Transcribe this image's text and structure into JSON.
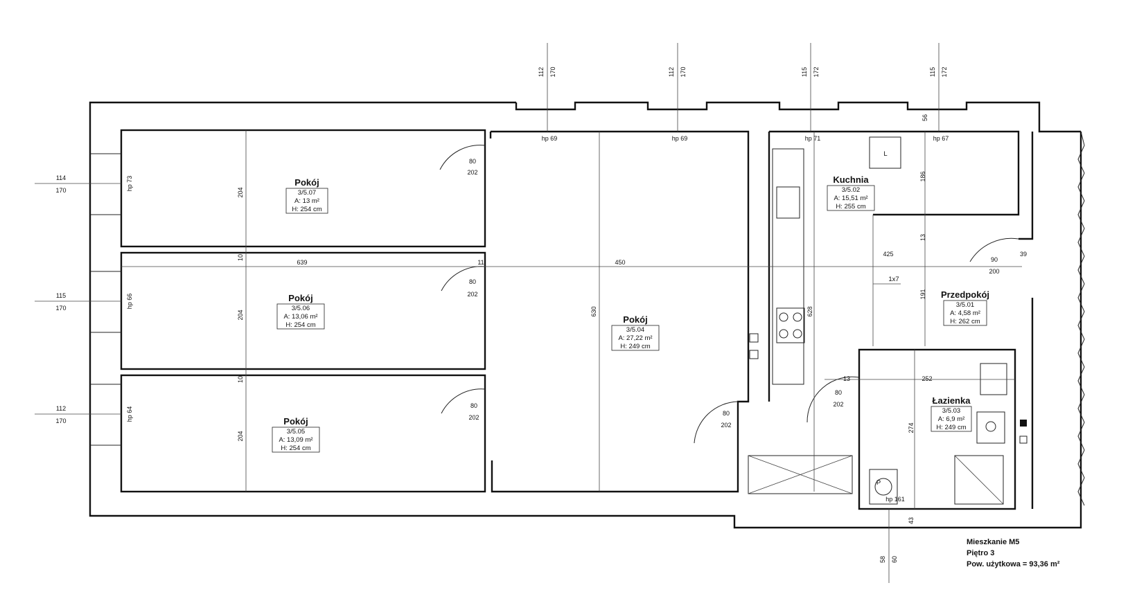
{
  "rooms": [
    {
      "name": "Pokój",
      "code": "3/5.07",
      "area": "A: 13 m²",
      "height": "H: 254 cm"
    },
    {
      "name": "Pokój",
      "code": "3/5.06",
      "area": "A: 13,06 m²",
      "height": "H: 254 cm"
    },
    {
      "name": "Pokój",
      "code": "3/5.05",
      "area": "A: 13,09 m²",
      "height": "H: 254 cm"
    },
    {
      "name": "Pokój",
      "code": "3/5.04",
      "area": "A: 27,22 m²",
      "height": "H: 249 cm"
    },
    {
      "name": "Kuchnia",
      "code": "3/5.02",
      "area": "A: 15,51 m²",
      "height": "H: 255 cm"
    },
    {
      "name": "Przedpokój",
      "code": "3/5.01",
      "area": "A: 4,58 m²",
      "height": "H: 262 cm"
    },
    {
      "name": "Łazienka",
      "code": "3/5.03",
      "area": "A: 6,9 m²",
      "height": "H: 249 cm"
    }
  ],
  "windows": [
    {
      "w": "114",
      "h": "170",
      "hp": "hp 73"
    },
    {
      "w": "115",
      "h": "170",
      "hp": "hp 66"
    },
    {
      "w": "112",
      "h": "170",
      "hp": "hp 64"
    },
    {
      "w": "112",
      "h": "170",
      "hp": "hp 69"
    },
    {
      "w": "112",
      "h": "170",
      "hp": "hp 69"
    },
    {
      "w": "115",
      "h": "172",
      "hp": "hp 71"
    },
    {
      "w": "115",
      "h": "172",
      "hp": "hp 67"
    },
    {
      "w": "58",
      "h": "60",
      "hp": "hp 161"
    }
  ],
  "doors": [
    {
      "w": "80",
      "h": "202"
    },
    {
      "w": "80",
      "h": "202"
    },
    {
      "w": "80",
      "h": "202"
    },
    {
      "w": "80",
      "h": "202"
    },
    {
      "w": "90",
      "h": "200"
    },
    {
      "w": "80",
      "h": "202"
    }
  ],
  "dimensions": {
    "room_depth_1": "204",
    "room_depth_2": "204",
    "room_depth_3": "204",
    "wall_1": "10",
    "wall_2": "10",
    "width_left": "639",
    "wall_mid": "11",
    "width_mid": "450",
    "depth_mid": "630",
    "kitchen_depth": "628",
    "kitchen_upper": "186",
    "wall_k": "13",
    "hall_width": "425",
    "wall_hall": "39",
    "hall_depth": "191",
    "bath_wall": "13",
    "bath_width": "252",
    "bath_depth": "274",
    "bottom_dim": "43",
    "window_sill": "56"
  },
  "labels": {
    "stairs": "1x7",
    "fridge": "L",
    "boiler": "P"
  },
  "summary": {
    "line1": "Mieszkanie M5",
    "line2": "Piętro 3",
    "line3": "Pow. użytkowa = 93,36 m²"
  }
}
